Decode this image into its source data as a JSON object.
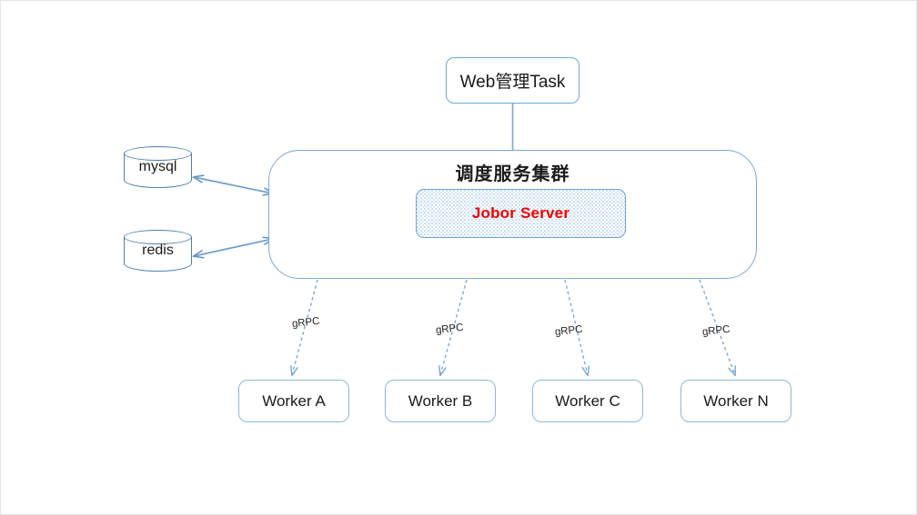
{
  "diagram": {
    "title_node": {
      "label": "Web管理Task"
    },
    "cluster": {
      "title": "调度服务集群",
      "inner": {
        "label": "Jobor Server",
        "color": "#ef0000"
      }
    },
    "datastores": [
      {
        "label": "mysql"
      },
      {
        "label": "redis"
      }
    ],
    "workers": [
      {
        "label": "Worker A"
      },
      {
        "label": "Worker B"
      },
      {
        "label": "Worker C"
      },
      {
        "label": "Worker N"
      }
    ],
    "edge_labels": [
      {
        "label": "gRPC"
      },
      {
        "label": "gRPC"
      },
      {
        "label": "gRPC"
      },
      {
        "label": "gRPC"
      }
    ],
    "colors": {
      "node_border": "#6ea6d9",
      "cluster_border": "#7aa9d6",
      "db_border": "#4b7fae",
      "connector": "#7aa9d6",
      "accent_text": "#ef0000",
      "canvas_border": "#e2e4e8",
      "background": "#ffffff"
    }
  }
}
